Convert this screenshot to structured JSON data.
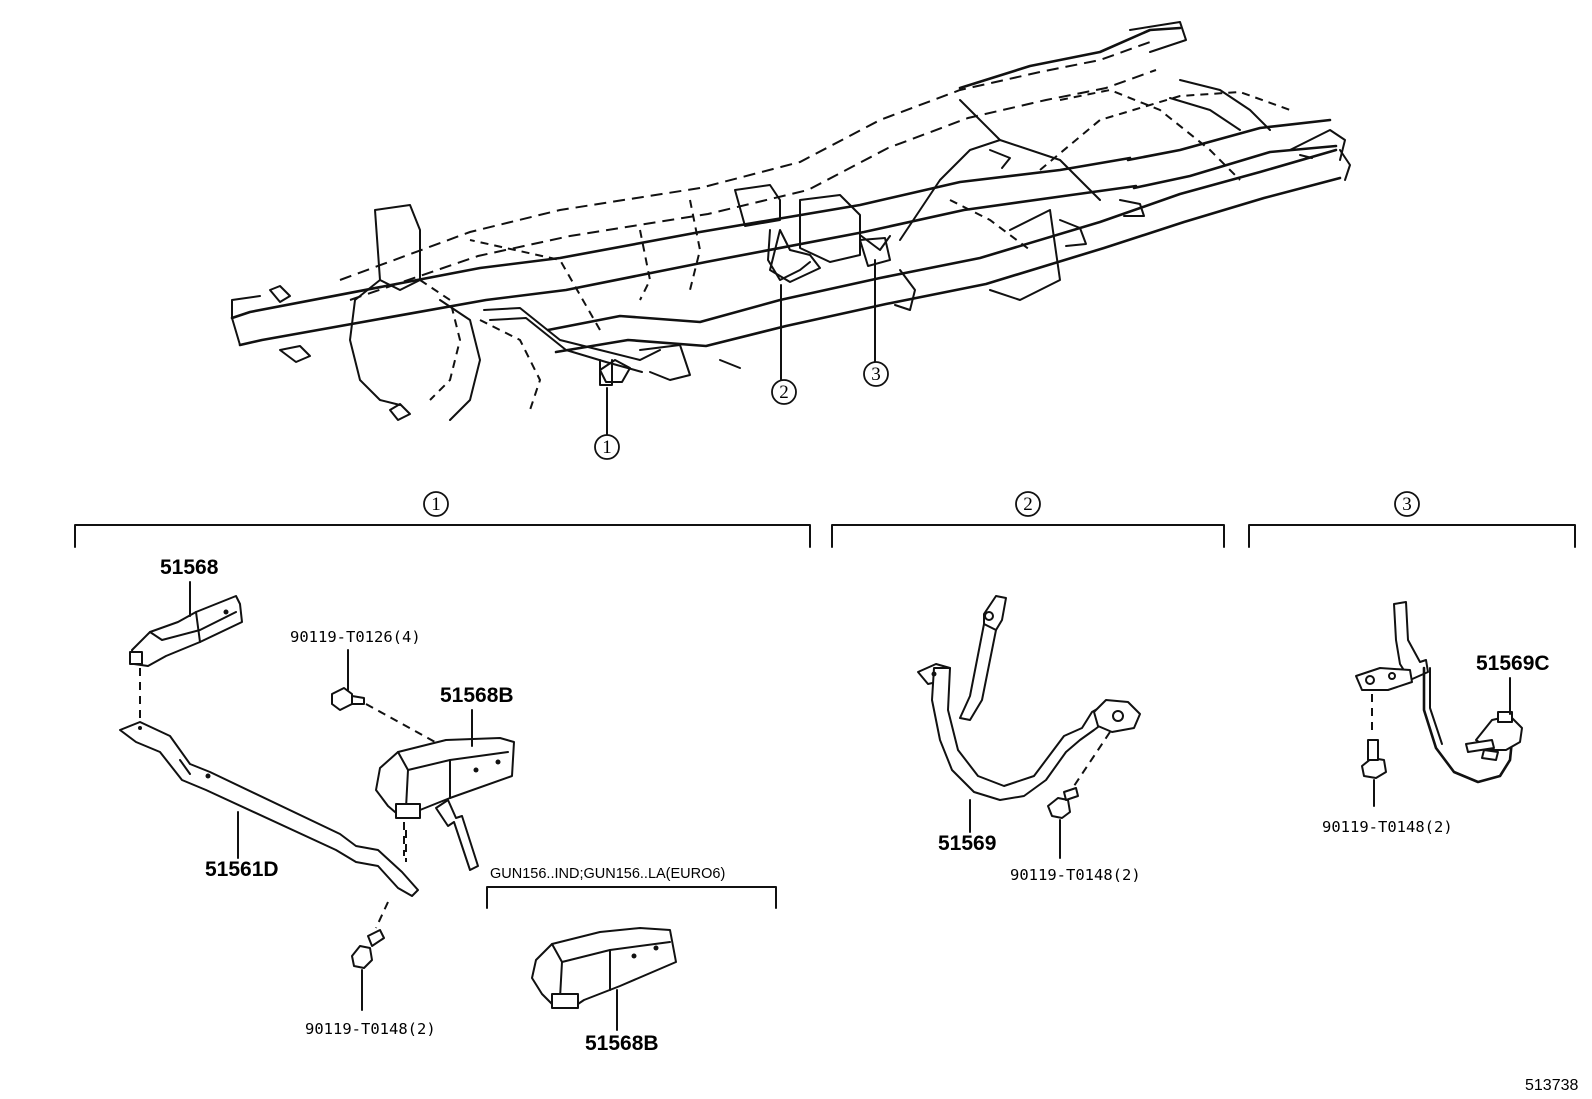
{
  "callouts": {
    "c1": "1",
    "c2": "2",
    "c3": "3"
  },
  "groups": {
    "g1": "1",
    "g2": "2",
    "g3": "3"
  },
  "parts": {
    "p51568": "51568",
    "p51561D": "51561D",
    "p51568B_main": "51568B",
    "p51568B_alt": "51568B",
    "bolt_t0126": "90119-T0126(4)",
    "bolt_t0148_g1": "90119-T0148(2)",
    "p51569": "51569",
    "bolt_t0148_g2": "90119-T0148(2)",
    "p51569C": "51569C",
    "bolt_t0148_g3": "90119-T0148(2)"
  },
  "notes": {
    "variant": "GUN156..IND;GUN156..LA(EURO6)"
  },
  "figure_id": "513738"
}
